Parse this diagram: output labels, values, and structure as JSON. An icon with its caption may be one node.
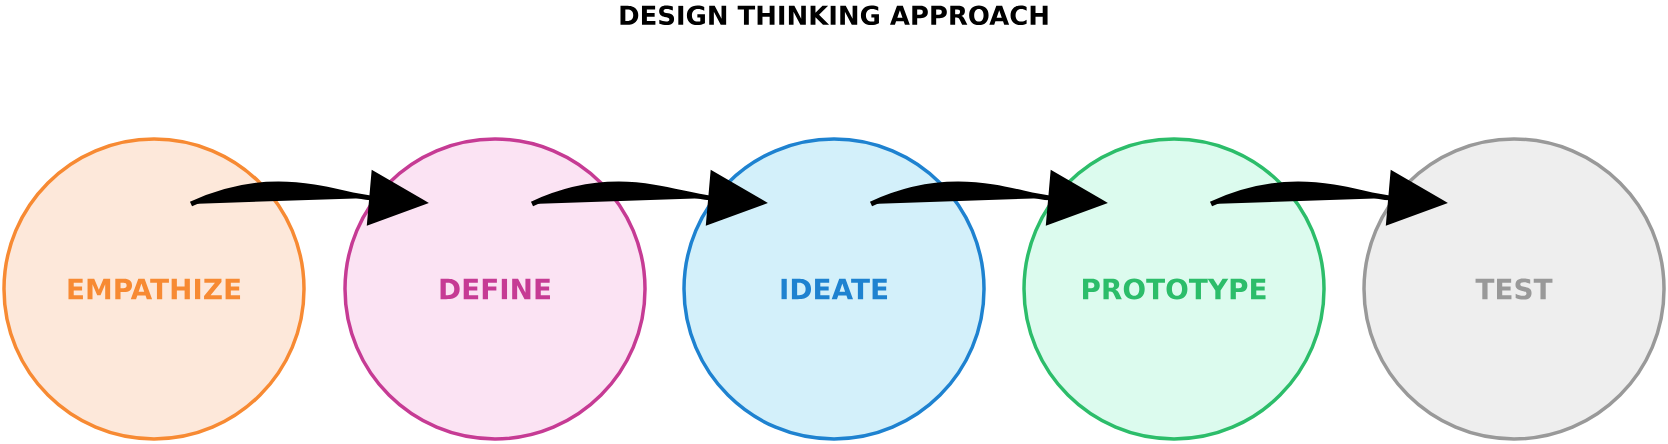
{
  "diagram": {
    "title": "DESIGN THINKING APPROACH",
    "nodes": [
      {
        "text": [
          "EMPATHIZE"
        ]
      },
      {
        "text": [
          "DEFINE"
        ]
      },
      {
        "text": [
          "IDEATE"
        ]
      },
      {
        "text": [
          "PROTOTYPE"
        ]
      },
      {
        "text": [
          "TEST"
        ]
      }
    ],
    "edges": [
      {
        "from": 0,
        "to": 1,
        "arrow": "to"
      },
      {
        "from": 1,
        "to": 2,
        "arrow": "to"
      },
      {
        "from": 2,
        "to": 3,
        "arrow": "to"
      },
      {
        "from": 3,
        "to": 4,
        "arrow": "to"
      }
    ]
  }
}
